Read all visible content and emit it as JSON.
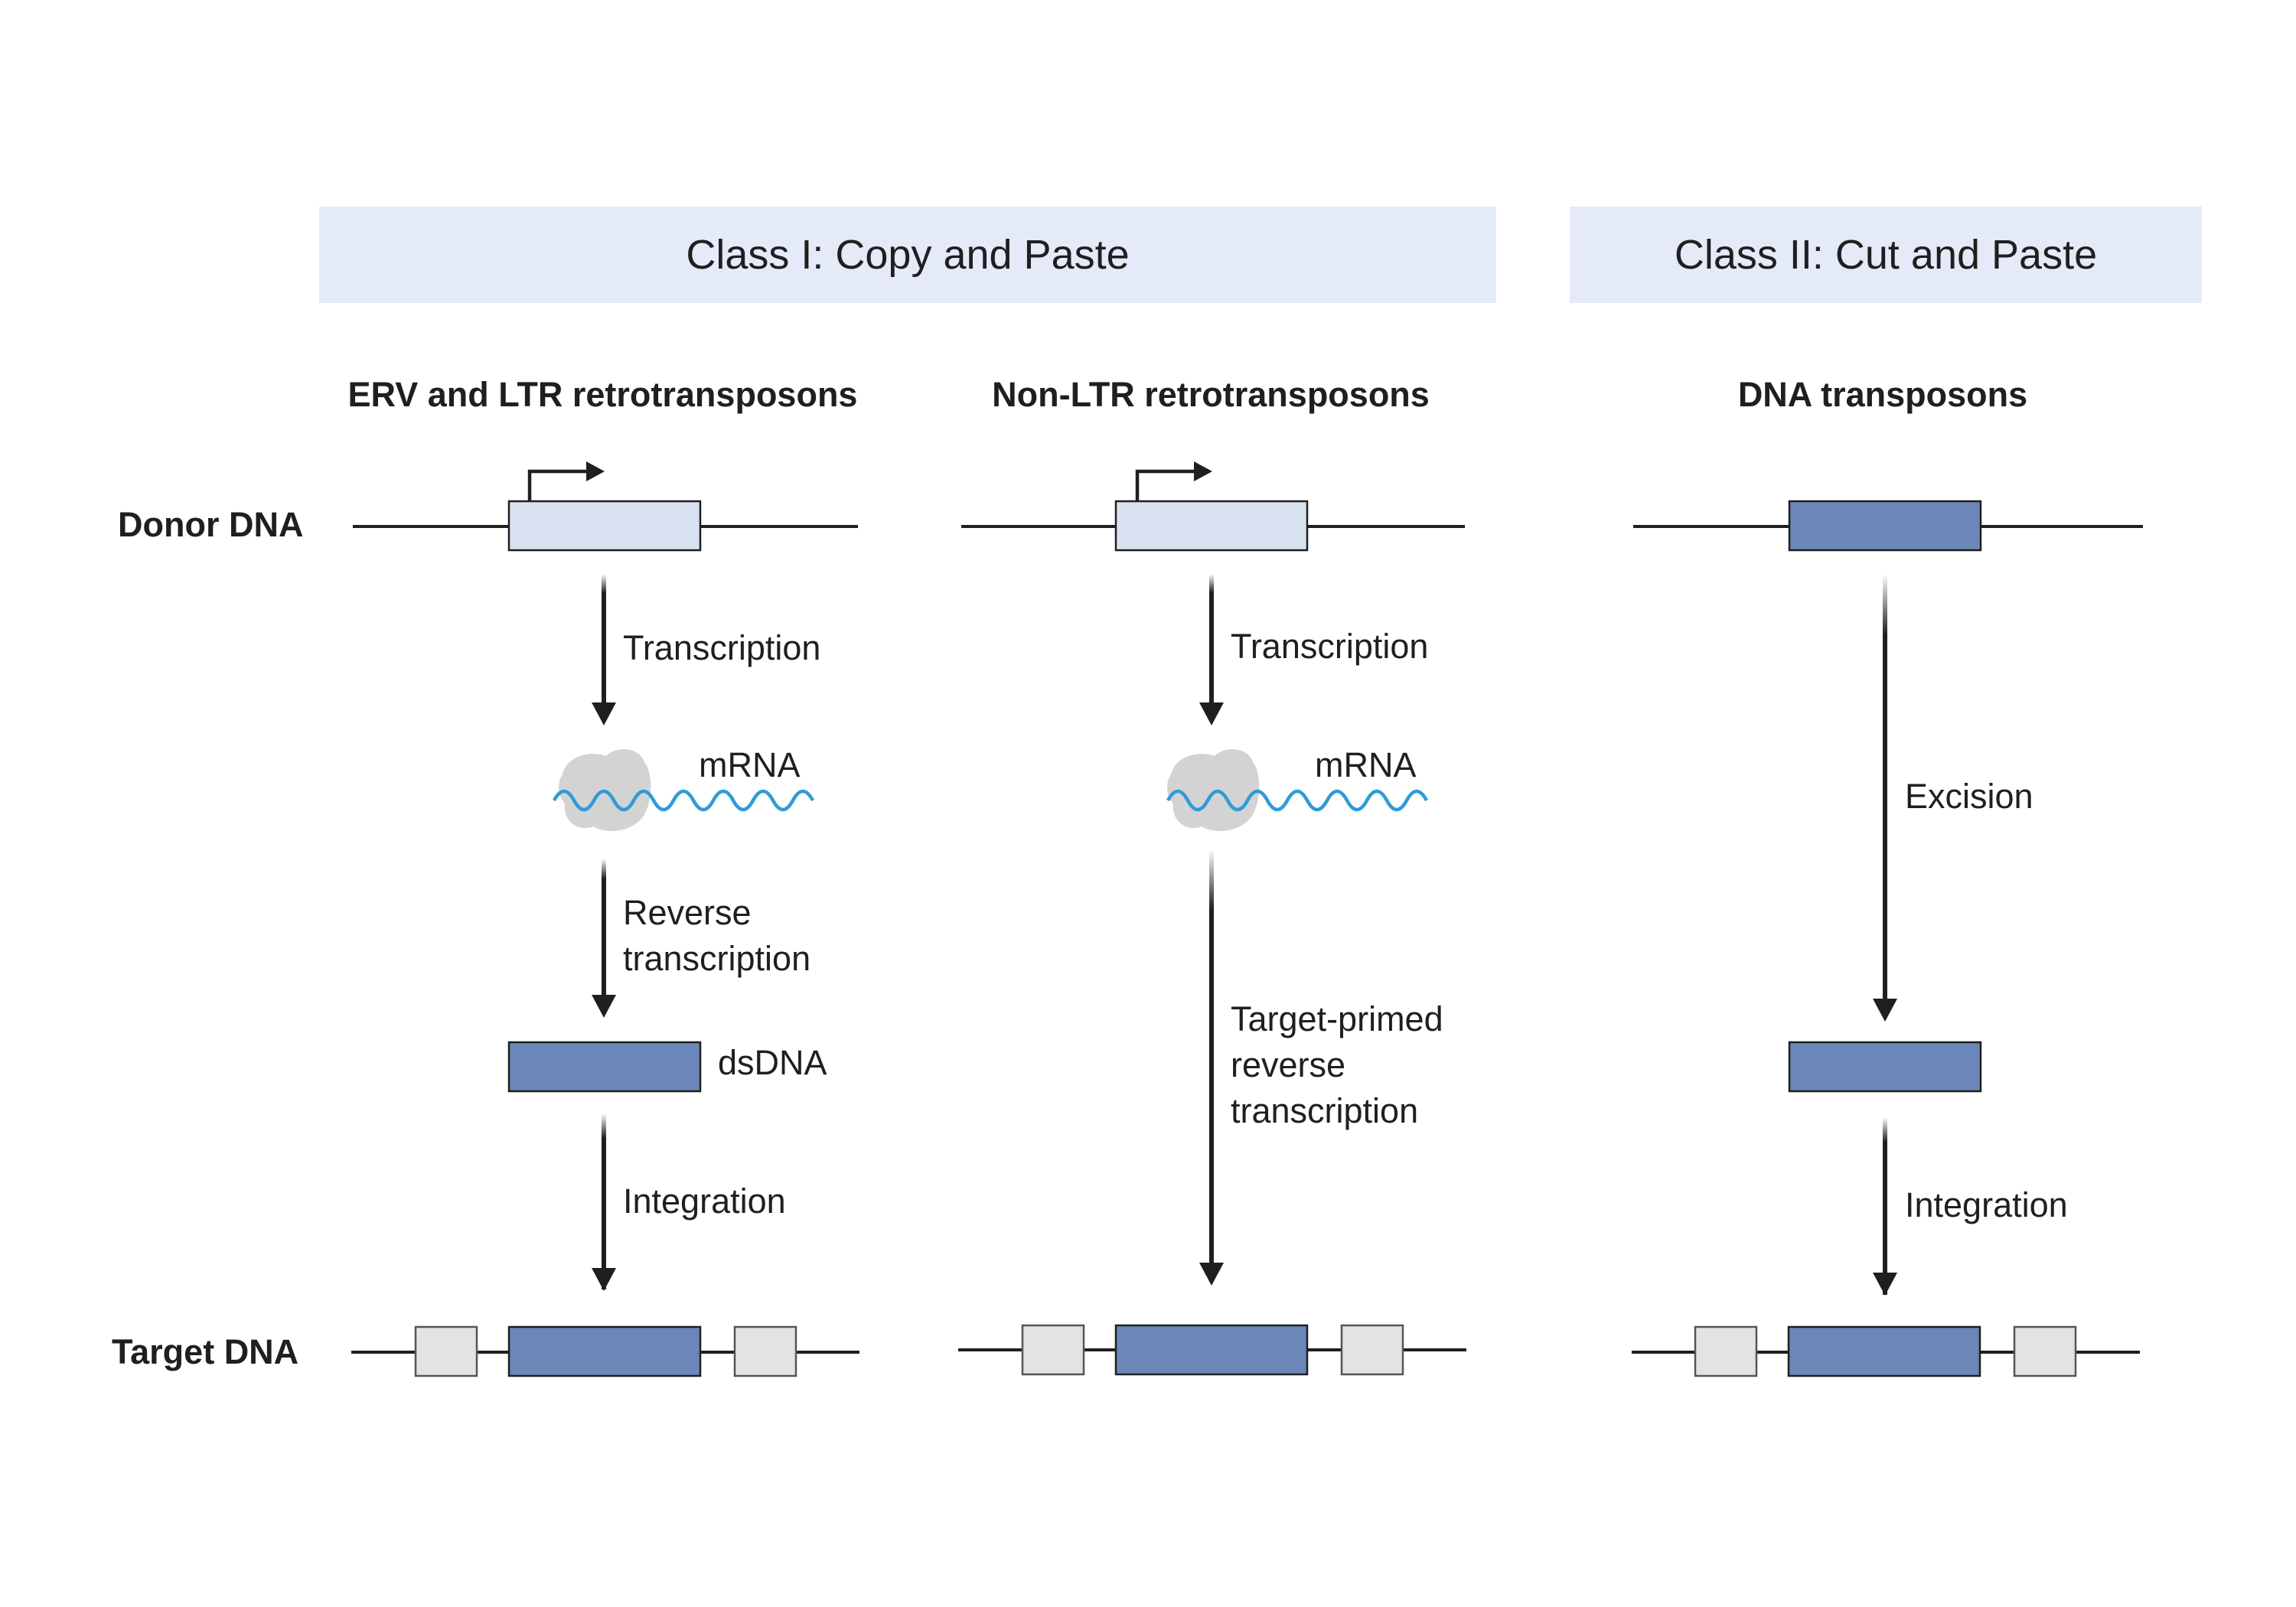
{
  "banners": {
    "class1": "Class I: Copy and Paste",
    "class2": "Class II: Cut and Paste"
  },
  "columns": {
    "erv": "ERV and LTR retrotransposons",
    "nonltr": "Non-LTR retrotransposons",
    "dna": "DNA transposons"
  },
  "rows": {
    "donor": "Donor DNA",
    "target": "Target DNA"
  },
  "steps": {
    "erv_transcription": "Transcription",
    "erv_mrna": "mRNA",
    "erv_reverse_1": "Reverse",
    "erv_reverse_2": "transcription",
    "erv_dsdna": "dsDNA",
    "erv_integration": "Integration",
    "nonltr_transcription": "Transcription",
    "nonltr_mrna": "mRNA",
    "nonltr_tprt_1": "Target-primed",
    "nonltr_tprt_2": "reverse",
    "nonltr_tprt_3": "transcription",
    "dna_excision": "Excision",
    "dna_integration": "Integration"
  },
  "colors": {
    "banner_fill": "#e4eaf8",
    "donor_box_fill": "#d8e2f0",
    "transposon_fill": "#6a87b8",
    "tsd_box_fill": "#e3e3e3",
    "mrna_wave": "#2f9bd8",
    "ribosome": "#d3d3d3",
    "line": "#1f1f1f"
  }
}
